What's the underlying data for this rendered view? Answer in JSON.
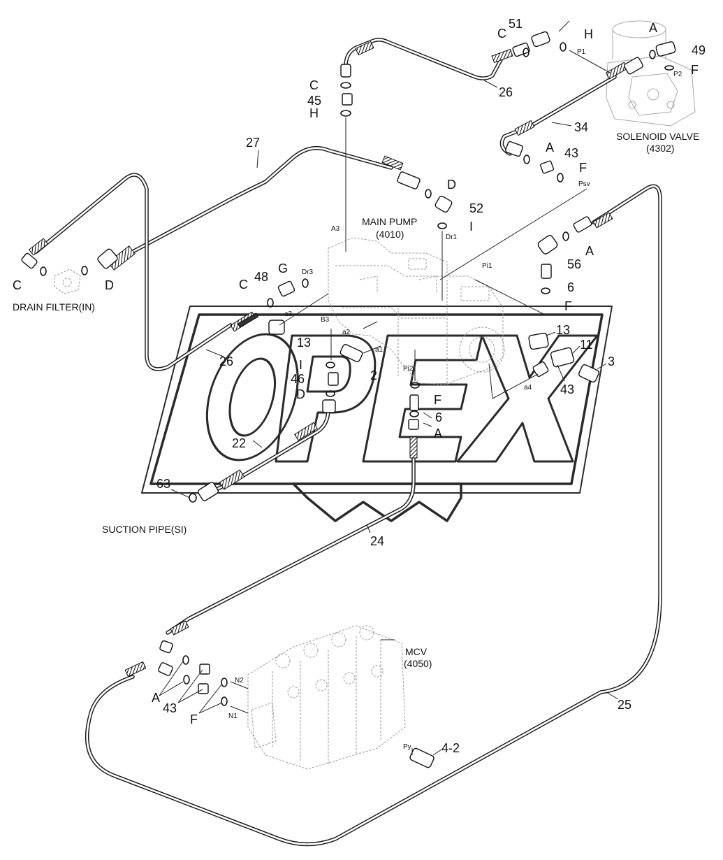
{
  "watermark": "OPEX",
  "components": {
    "main_pump": {
      "name": "MAIN PUMP",
      "code": "(4010)"
    },
    "solenoid_valve": {
      "name": "SOLENOID VALVE",
      "code": "(4302)"
    },
    "mcv": {
      "name": "MCV",
      "code": "(4050)"
    },
    "drain_filter": {
      "name": "DRAIN FILTER(IN)"
    },
    "suction_pipe": {
      "name": "SUCTION PIPE(SI)"
    }
  },
  "ports": {
    "A3": "A3",
    "Dr1": "Dr1",
    "Dr3": "Dr3",
    "Pi1": "Pi1",
    "Pi2": "Pi2",
    "a1": "a1",
    "a2": "a2",
    "a3": "a3",
    "a4": "a4",
    "B3": "B3",
    "P1": "P1",
    "P2": "P2",
    "Psv": "Psv",
    "N1": "N1",
    "N2": "N2",
    "Py": "Py"
  },
  "parts": {
    "p51": "51",
    "p49": "49",
    "p26a": "26",
    "p26b": "26",
    "p45": "45",
    "p34": "34",
    "p27": "27",
    "p43a": "43",
    "p43b": "43",
    "p43c": "43",
    "p52": "52",
    "p56": "56",
    "p6a": "6",
    "p6b": "6",
    "p48": "48",
    "p13a": "13",
    "p13b": "13",
    "p11": "11",
    "p3": "3",
    "p2": "2",
    "p46": "46",
    "p22": "22",
    "p63": "63",
    "p24": "24",
    "p25": "25",
    "p4_2": "4-2"
  },
  "seals": {
    "C1": "C",
    "H1": "H",
    "A1": "A",
    "F1": "F",
    "C2": "C",
    "H2": "H",
    "A2": "A",
    "F2": "F",
    "D1": "D",
    "I1": "I",
    "C3": "C",
    "D2": "D",
    "A3": "A",
    "F3": "F",
    "G1": "G",
    "C4": "C",
    "I2": "I",
    "D3": "D",
    "F4": "F",
    "A4": "A",
    "A5": "A",
    "F5": "F"
  }
}
